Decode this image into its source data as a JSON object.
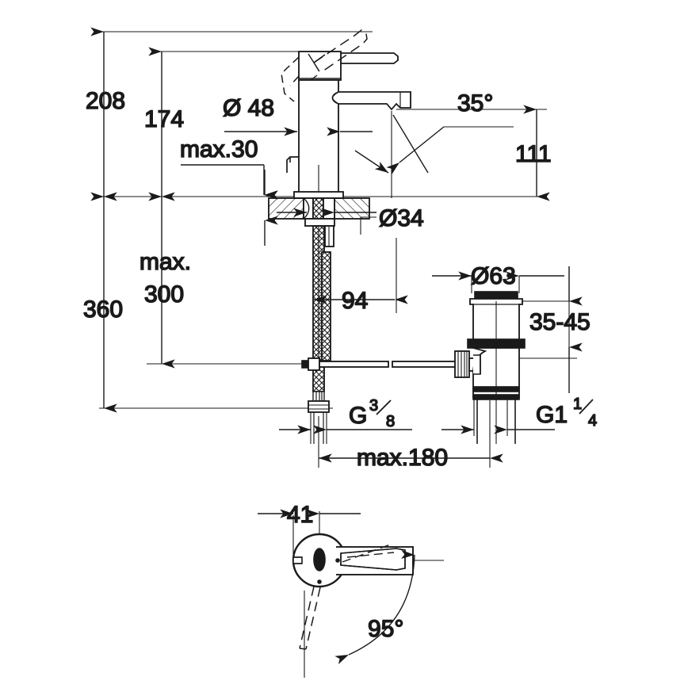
{
  "drawing": {
    "type": "technical-dimension-drawing",
    "subject": "single-lever basin mixer faucet with pop-up waste",
    "units": "mm",
    "line_color": "#1a1a1a",
    "background_color": "#ffffff",
    "views": [
      {
        "name": "elevation-view",
        "description": "front elevation of faucet, deck mounting, flexible supply hoses and drain assembly"
      },
      {
        "name": "plan-view",
        "description": "top plan view of faucet handle showing lever swing"
      }
    ],
    "dimensions": {
      "total_height_208": "208",
      "spout_height_174": "174",
      "deck_thickness_max_30": "max.30",
      "body_diameter_48": "Ø 48",
      "spout_angle_35": "35°",
      "spout_outlet_height_111": "111",
      "mounting_hole_34": "Ø34",
      "hose_total_360": "360",
      "hose_reach_max_300_line1": "max.",
      "hose_reach_max_300_line2": "300",
      "hose_offset_94": "94",
      "supply_thread": "G",
      "supply_thread_num": "3",
      "supply_thread_den": "8",
      "max_spread_180": "max.180",
      "drain_flange_63": "Ø63",
      "basin_thickness_35_45": "35-45",
      "drain_thread": "G1",
      "drain_thread_num": "1",
      "drain_thread_den": "4",
      "handle_width_41": "41",
      "handle_swing_95": "95°"
    }
  }
}
